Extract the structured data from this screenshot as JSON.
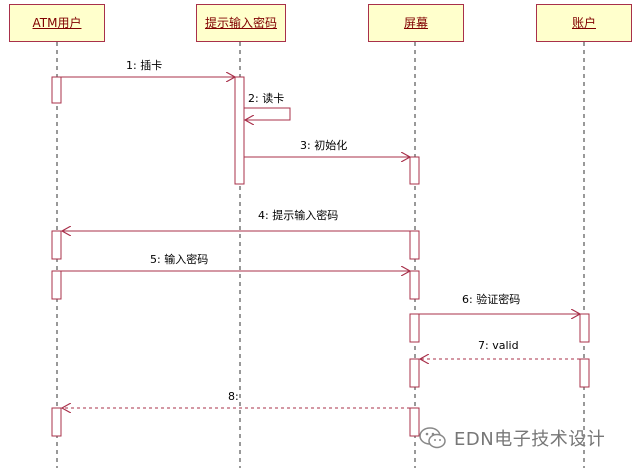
{
  "lifelines": [
    {
      "id": "atm-user",
      "label": "ATM用户"
    },
    {
      "id": "prompt",
      "label": "提示输入密码"
    },
    {
      "id": "screen",
      "label": "屏幕"
    },
    {
      "id": "account",
      "label": "账户"
    }
  ],
  "messages": [
    {
      "label": "1: 插卡",
      "from": "atm-user",
      "to": "prompt",
      "style": "solid"
    },
    {
      "label": "2: 读卡",
      "from": "prompt",
      "to": "prompt",
      "style": "self"
    },
    {
      "label": "3: 初始化",
      "from": "prompt",
      "to": "screen",
      "style": "solid"
    },
    {
      "label": "4: 提示输入密码",
      "from": "screen",
      "to": "atm-user",
      "style": "solid"
    },
    {
      "label": "5: 输入密码",
      "from": "atm-user",
      "to": "screen",
      "style": "solid"
    },
    {
      "label": "6: 验证密码",
      "from": "screen",
      "to": "account",
      "style": "solid"
    },
    {
      "label": "7: valid",
      "from": "account",
      "to": "screen",
      "style": "dashed"
    },
    {
      "label": "8:",
      "from": "screen",
      "to": "atm-user",
      "style": "dashed"
    }
  ],
  "watermark": {
    "text": "EDN电子技术设计",
    "icon": "wechat-icon"
  },
  "colors": {
    "line": "#a8304a",
    "box_fill": "#ffffcc",
    "lifeline": "#333333"
  }
}
